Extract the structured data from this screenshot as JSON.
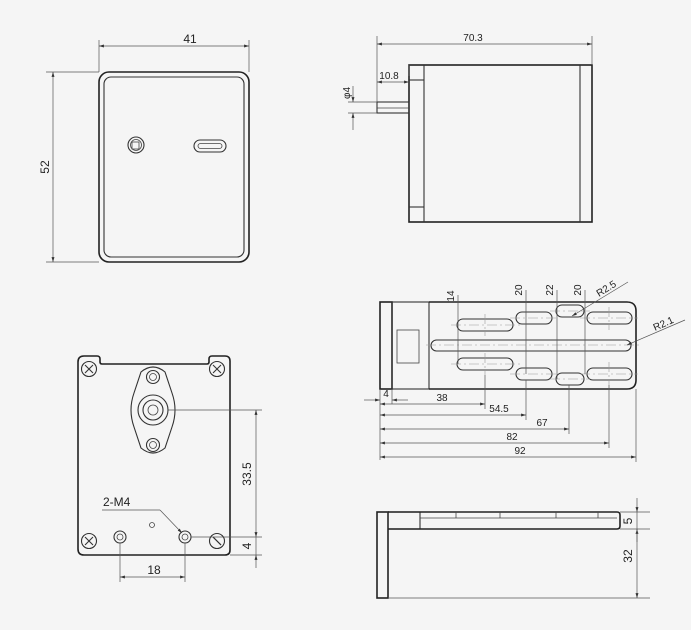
{
  "front_view": {
    "width_dim": "41",
    "height_dim": "52"
  },
  "side_view": {
    "length_dim": "70.3",
    "shaft_dim": "10.8",
    "shaft_dia_dim": "φ4"
  },
  "back_view": {
    "hole_label": "2-M4",
    "hole_spacing_dim": "18",
    "shaft_height_dim": "33.5",
    "hole_offset_dim": "4"
  },
  "bracket_top": {
    "dims_top": [
      "14",
      "20",
      "22",
      "20"
    ],
    "radius_1": "R2.5",
    "radius_2": "R2.1",
    "dims_bottom": [
      "4",
      "38",
      "54.5",
      "67",
      "82",
      "92"
    ]
  },
  "bracket_side": {
    "dim_small": "5",
    "dim_height": "32"
  }
}
